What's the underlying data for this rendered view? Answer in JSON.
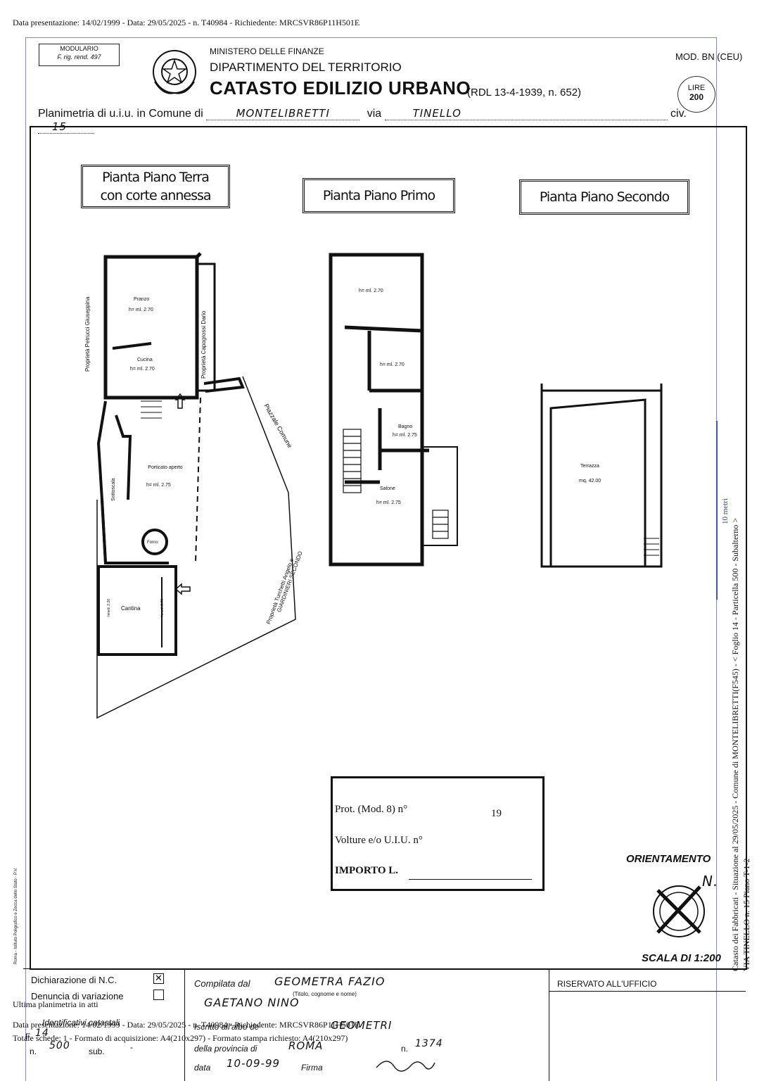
{
  "header_line": "Data presentazione: 14/02/1999 - Data: 29/05/2025 - n. T40984 - Richiedente: MRCSVR86P11H501E",
  "modulario": {
    "line1": "MODULARIO",
    "line2": "F. rig. rend. 497"
  },
  "ministry": {
    "line1": "MINISTERO DELLE FINANZE",
    "line2": "DIPARTIMENTO DEL TERRITORIO",
    "line3": "CATASTO EDILIZIO URBANO",
    "line3_ref": "(RDL 13-4-1939, n. 652)"
  },
  "mod": "MOD. BN (CEU)",
  "lire": {
    "label": "LIRE",
    "value": "200"
  },
  "planimetria": {
    "prefix": "Planimetria di u.i.u. in Comune di",
    "comune": "MONTELIBRETTI",
    "via_label": "via",
    "via": "TINELLO",
    "civ_label": "civ.",
    "civ": "15"
  },
  "plans": {
    "terra_title_1": "Pianta Piano Terra",
    "terra_title_2": "con corte annessa",
    "primo_title": "Pianta Piano Primo",
    "secondo_title": "Pianta Piano Secondo"
  },
  "rooms": {
    "pranzo": "Pranzo",
    "pranzo_h": "h= ml. 2.70",
    "cucina": "Cucina",
    "cucina_h": "h= ml. 2.70",
    "porticato": "Porticato aperto",
    "porticato_h": "h= ml. 2.75",
    "sottoscala": "Sottoscala",
    "forno": "Forno",
    "cantina": "Cantina",
    "cantina_hmed1": "hmed. 2.20",
    "cantina_hmed2": "hmed. 2.70",
    "p1_room1_h": "h= ml. 2.70",
    "p1_room2_h": "h= ml. 2.70",
    "bagno": "Bagno",
    "bagno_h": "h= ml. 2.75",
    "salone": "Salone",
    "salone_h": "h= ml. 2.75",
    "terrazza": "Terrazza",
    "terrazza_mq": "mq. 42.00"
  },
  "property_labels": {
    "petrucci": "Proprietà Petrucci Giuseppina",
    "capogrossi": "Proprietà Capogrossi Dario",
    "piazzale": "Piazzale Comune",
    "turchetti_1": "Proprietà Turchetti Angelo e",
    "turchetti_2": "GIARDINIERI SECONDO"
  },
  "stamp": {
    "prot_label": "Prot. (Mod. 8) n°",
    "prot_year": "19",
    "volture_label": "Volture e/o U.I.U. n°",
    "importo_label": "IMPORTO L."
  },
  "orientamento": "ORIENTAMENTO",
  "north": "N.",
  "scala": "SCALA DI 1:200",
  "right_margin": {
    "line1": "Catasto dei Fabbricati - Situazione al 29/05/2025 - Comune di MONTELIBRETTI(F545) - < Foglio 14 - Particella 500 - Subalterno >",
    "line2": "VIA TINELLO n. 15 Piano T-1-2",
    "scale_bar": "10 metri"
  },
  "left_margin": "Roma - Istituto Poligrafico e Zecca dello Stato - P.V.",
  "footer": {
    "dichiarazione": "Dichiarazione di N.C.",
    "denuncia": "Denuncia di variazione",
    "identificativi": "Identificativi catastali",
    "f_label": "F.",
    "f_value": "14",
    "n_label": "n.",
    "n_value": "500",
    "sub_label": "sub.",
    "sub_value": "-",
    "compilata_label": "Compilata dal",
    "compilata_value": "GEOMETRA FAZIO",
    "titolo_note": "(Titolo, cognome e nome)",
    "nome_value": "GAETANO NINO",
    "iscritto_label": "Iscritto all'albo de",
    "iscritto_value": "GEOMETRI",
    "provincia_label": "della provincia di",
    "provincia_value": "ROMA",
    "num_label": "n.",
    "num_value": "1374",
    "data_label": "data",
    "data_value": "10-09-99",
    "firma_label": "Firma",
    "riservato": "RISERVATO ALL'UFFICIO"
  },
  "bottom_overlay": {
    "line1": "Ultima planimetria in atti",
    "line2": "Data presentazione: 14/02/1999 - Data: 29/05/2025 - n. T40984 - Richiedente: MRCSVR86P11H501E",
    "line3": "Totale schede: 1 - Formato di acquisizione: A4(210x297) - Formato stampa richiesto: A4(210x297)"
  }
}
